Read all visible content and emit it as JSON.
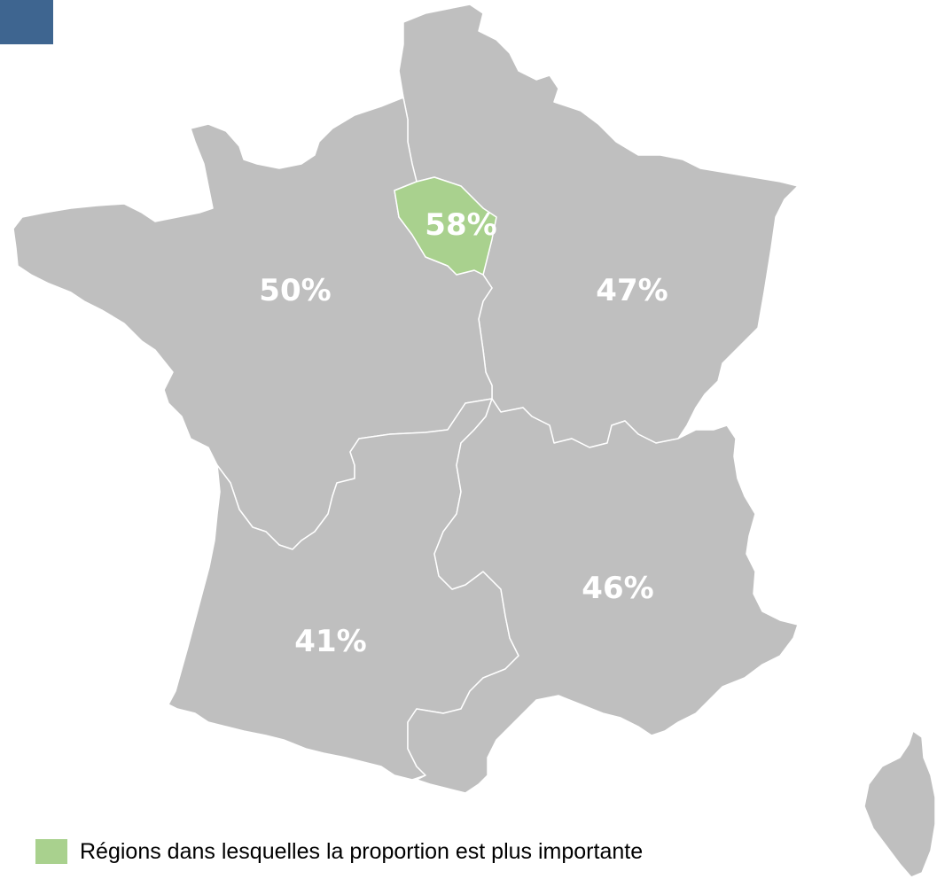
{
  "colors": {
    "background": "#ffffff",
    "region_default": "#bfbfbf",
    "region_highlight": "#a9d18e",
    "border": "#ffffff",
    "label": "#ffffff",
    "corner_tab": "#3e6590"
  },
  "regions": [
    {
      "id": "north-east",
      "label": "47%",
      "highlighted": false
    },
    {
      "id": "west",
      "label": "50%",
      "highlighted": false
    },
    {
      "id": "south-west",
      "label": "41%",
      "highlighted": false
    },
    {
      "id": "south-east",
      "label": "46%",
      "highlighted": false
    },
    {
      "id": "ile-de-france",
      "label": "58%",
      "highlighted": true
    },
    {
      "id": "corsica",
      "label": "",
      "highlighted": false
    }
  ],
  "legend": {
    "swatch_color": "#a9d18e",
    "text": "Régions dans lesquelles la proportion est plus importante"
  }
}
